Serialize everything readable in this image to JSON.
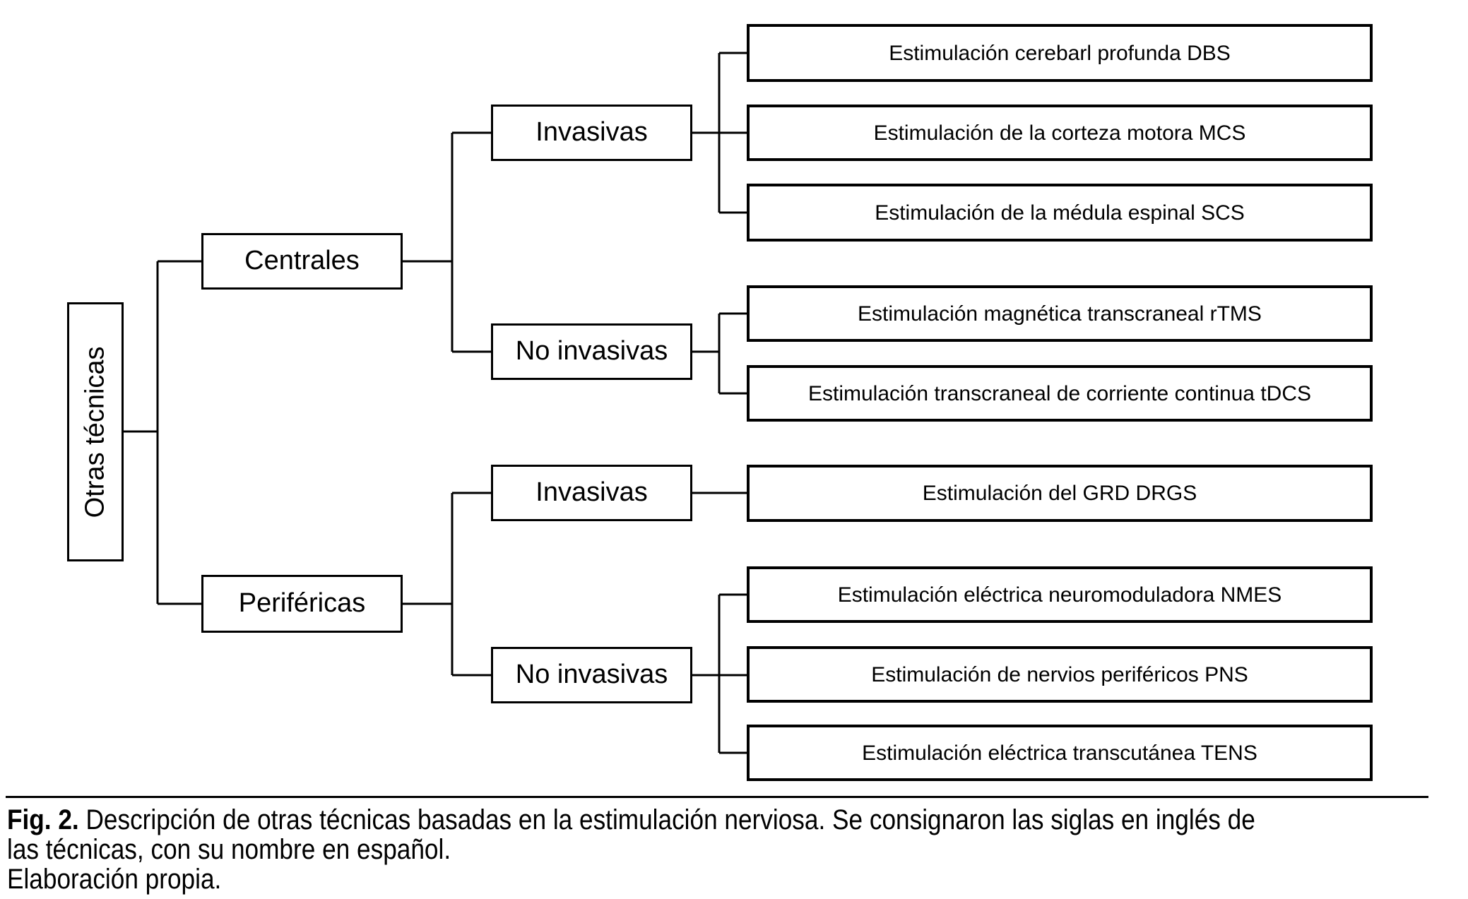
{
  "diagram": {
    "root": {
      "label": "Otras técnicas"
    },
    "level1": [
      {
        "label": "Centrales"
      },
      {
        "label": "Periféricas"
      }
    ],
    "level2": [
      {
        "label": "Invasivas"
      },
      {
        "label": "No invasivas"
      },
      {
        "label": "Invasivas"
      },
      {
        "label": "No invasivas"
      }
    ],
    "leaves": [
      {
        "label": "Estimulación cerebarl profunda DBS"
      },
      {
        "label": "Estimulación de la corteza motora MCS"
      },
      {
        "label": "Estimulación de la médula espinal SCS"
      },
      {
        "label": "Estimulación magnética transcraneal rTMS"
      },
      {
        "label": "Estimulación transcraneal de corriente continua tDCS"
      },
      {
        "label": "Estimulación del GRD DRGS"
      },
      {
        "label": "Estimulación eléctrica neuromoduladora NMES"
      },
      {
        "label": "Estimulación de nervios periféricos PNS"
      },
      {
        "label": "Estimulación eléctrica transcutánea TENS"
      }
    ]
  },
  "caption": {
    "fig_label": "Fig. 2.",
    "line1_rest": " Descripción de otras técnicas basadas en la estimulación nerviosa. Se consignaron las siglas en inglés de",
    "line2": "las técnicas, con su nombre en español.",
    "line3": "Elaboración propia."
  },
  "colors": {
    "background": "#ffffff",
    "line": "#000000",
    "text": "#000000"
  }
}
